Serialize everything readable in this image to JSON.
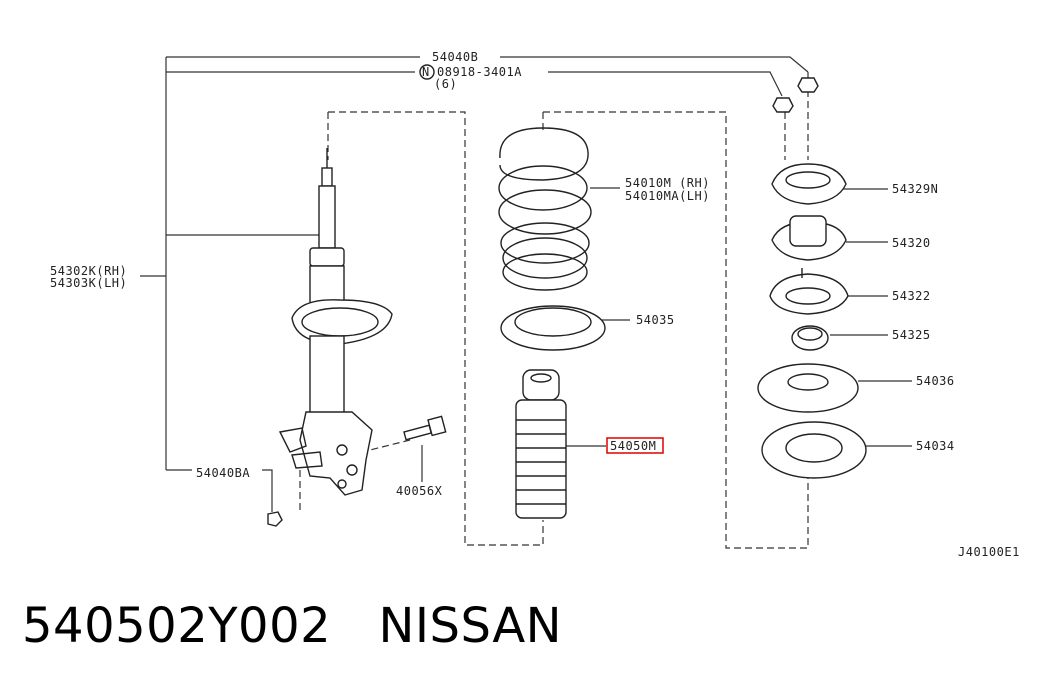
{
  "labels": {
    "l54040B": "54040B",
    "circleN": "N",
    "l08918": "08918-3401A",
    "qty": "(6)",
    "l54302K": "54302K(RH)",
    "l54303K": "54303K(LH)",
    "l54040BA": "54040BA",
    "l40056X": "40056X",
    "l54010M": "54010M (RH)",
    "l54010MA": "54010MA(LH)",
    "l54035": "54035",
    "l54050M": "54050M",
    "l54329N": "54329N",
    "l54320": "54320",
    "l54322": "54322",
    "l54325": "54325",
    "l54036": "54036",
    "l54034": "54034",
    "diagramId": "J40100E1"
  },
  "highlight_color": "#dd0000",
  "caption": {
    "part_number": "540502Y002",
    "brand": "NISSAN"
  }
}
